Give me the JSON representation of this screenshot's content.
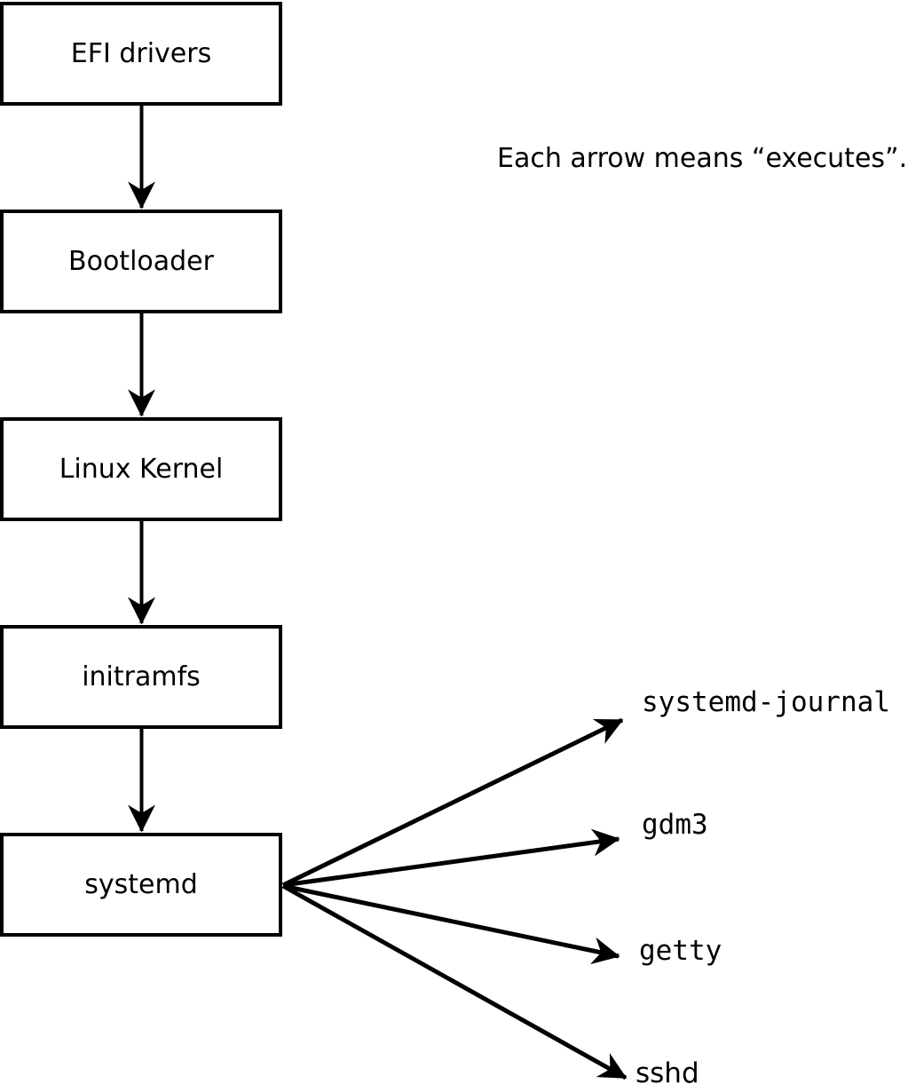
{
  "caption": "Each arrow means “executes”.",
  "arrow_meaning": "executes",
  "colors": {
    "background": "#ffffff",
    "ink": "#000000",
    "box_fill": "#ffffff"
  },
  "boot_chain": [
    {
      "label": "EFI drivers"
    },
    {
      "label": "Bootloader"
    },
    {
      "label": "Linux Kernel"
    },
    {
      "label": "initramfs"
    },
    {
      "label": "systemd"
    }
  ],
  "spawned_processes": [
    {
      "label": "systemd-journal"
    },
    {
      "label": "gdm3"
    },
    {
      "label": "getty"
    },
    {
      "label": "sshd"
    }
  ]
}
